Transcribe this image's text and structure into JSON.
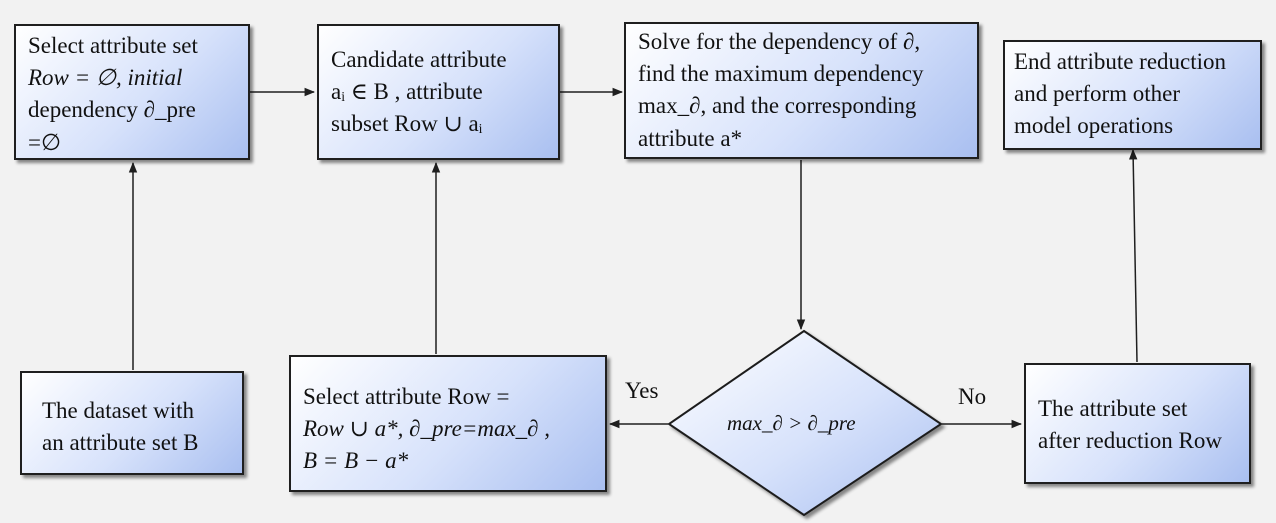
{
  "nodes": {
    "select_set": {
      "lines": [
        "Select attribute set",
        "Row = ∅, initial",
        "dependency  ∂_pre",
        "=∅"
      ]
    },
    "candidate": {
      "lines": [
        "Candidate attribute",
        "aᵢ ∈ B , attribute",
        "subset Row ∪ aᵢ"
      ]
    },
    "solve": {
      "lines": [
        "Solve for the dependency of ∂,",
        "find the maximum dependency",
        "max_∂, and the corresponding",
        "attribute a*"
      ]
    },
    "end": {
      "lines": [
        "End attribute reduction",
        "and perform other",
        "model operations"
      ]
    },
    "dataset": {
      "lines": [
        "The dataset with",
        "an attribute set B"
      ]
    },
    "update": {
      "lines": [
        "Select attribute Row =",
        "Row ∪ a*,  ∂_pre=max_∂ ,",
        "B = B − a*"
      ]
    },
    "decision": {
      "text": "max_∂ > ∂_pre"
    },
    "reduced": {
      "lines": [
        "The attribute set",
        "after reduction Row"
      ]
    }
  },
  "edge_labels": {
    "yes": "Yes",
    "no": "No"
  },
  "colors": {
    "box_fill_light": "#ffffff",
    "box_fill_dark": "#a9bff0",
    "stroke": "#1f1f1f",
    "background": "#f2f2f2"
  }
}
